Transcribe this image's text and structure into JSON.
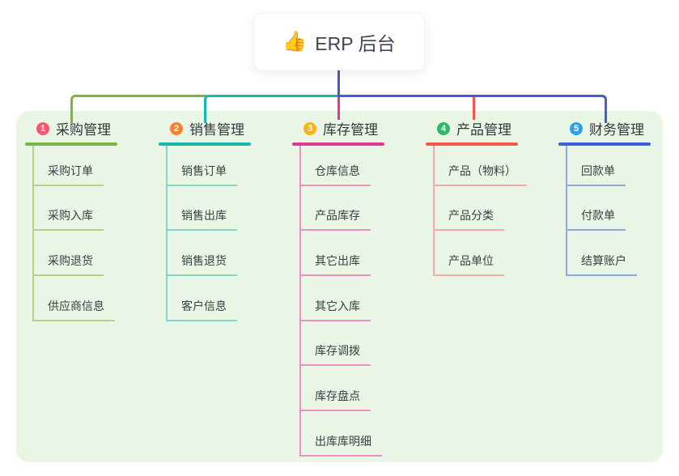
{
  "root": {
    "icon": "thumbs-up-icon",
    "icon_glyph": "👍",
    "label": "ERP 后台"
  },
  "branches": [
    {
      "num": "1",
      "label": "采购管理",
      "badge_color": "#f4586f",
      "line_color": "#7cb342",
      "child_line_color": "#afd585",
      "children": [
        "采购订单",
        "采购入库",
        "采购退货",
        "供应商信息"
      ]
    },
    {
      "num": "2",
      "label": "销售管理",
      "badge_color": "#f6812e",
      "line_color": "#14b8af",
      "child_line_color": "#82d6cf",
      "children": [
        "销售订单",
        "销售出库",
        "销售退货",
        "客户信息"
      ]
    },
    {
      "num": "3",
      "label": "库存管理",
      "badge_color": "#fcb116",
      "line_color": "#e23892",
      "child_line_color": "#ef8cc3",
      "children": [
        "仓库信息",
        "产品库存",
        "其它出库",
        "其它入库",
        "库存调拨",
        "库存盘点",
        "出库库明细"
      ]
    },
    {
      "num": "4",
      "label": "产品管理",
      "badge_color": "#33b561",
      "line_color": "#f5554d",
      "child_line_color": "#f9a8a3",
      "children": [
        "产品（物料）",
        "产品分类",
        "产品单位"
      ]
    },
    {
      "num": "5",
      "label": "财务管理",
      "badge_color": "#2aa2e9",
      "line_color": "#3f5ed7",
      "child_line_color": "#94a7e0",
      "children": [
        "回款单",
        "付款单",
        "结算账户"
      ]
    }
  ],
  "colors": {
    "canvas_background": "#eaf6e5",
    "root_connector": "#4557ce",
    "text": "#35383d"
  }
}
